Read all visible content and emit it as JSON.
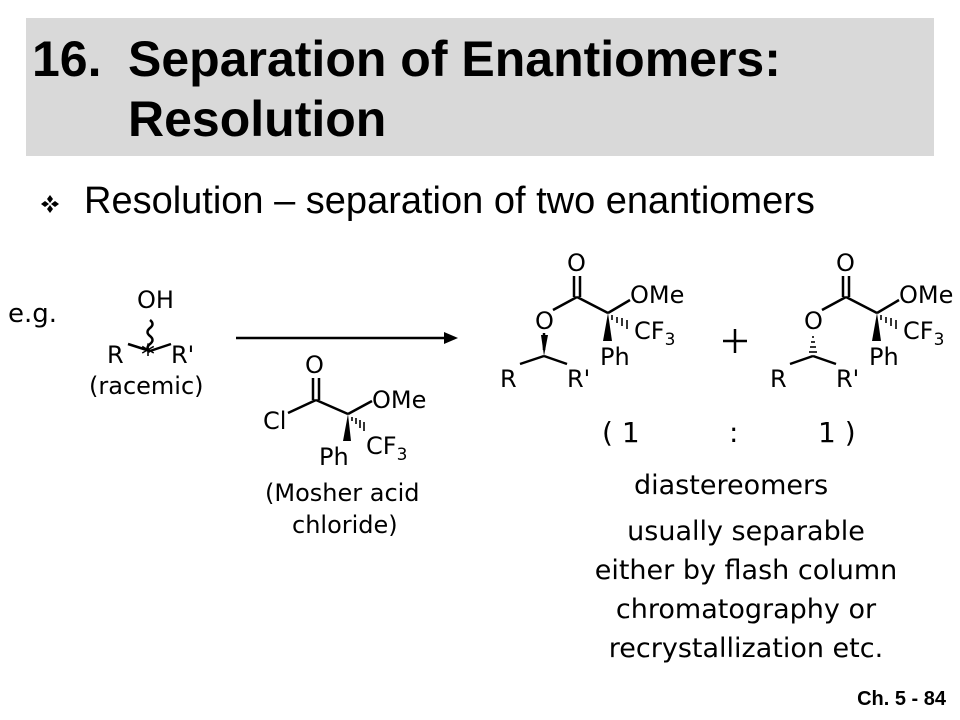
{
  "slide": {
    "title_number": "16.",
    "title_line1": "Separation of Enantiomers:",
    "title_line2": "Resolution",
    "bullet_icon": "four-diamond-bullet-icon",
    "bullet_text": "Resolution – separation of two enantiomers",
    "footer": "Ch. 5 - 84"
  },
  "reaction": {
    "eg_label": "e.g.",
    "reactant": {
      "oh": "OH",
      "r": "R",
      "r_prime": "R'",
      "stereo_mark": "*",
      "note": "(racemic)"
    },
    "reagent": {
      "o": "O",
      "cl": "Cl",
      "ome": "OMe",
      "ph": "Ph",
      "cf": "CF",
      "cf_sub": "3",
      "name_line1": "(Mosher acid",
      "name_line2": "chloride)"
    },
    "product1": {
      "o_carbonyl": "O",
      "o_ester": "O",
      "ome": "OMe",
      "cf": "CF",
      "cf_sub": "3",
      "ph": "Ph",
      "r": "R",
      "r_prime": "R'"
    },
    "plus": "+",
    "product2": {
      "o_carbonyl": "O",
      "o_ester": "O",
      "ome": "OMe",
      "cf": "CF",
      "cf_sub": "3",
      "ph": "Ph",
      "r": "R",
      "r_prime": "R'"
    },
    "ratio_open": "( 1",
    "ratio_colon": ":",
    "ratio_close": "1 )",
    "diastereomers": "diastereomers",
    "note_lines": [
      "usually separable",
      "either by flash column",
      "chromatography or",
      "recrystallization etc."
    ]
  }
}
